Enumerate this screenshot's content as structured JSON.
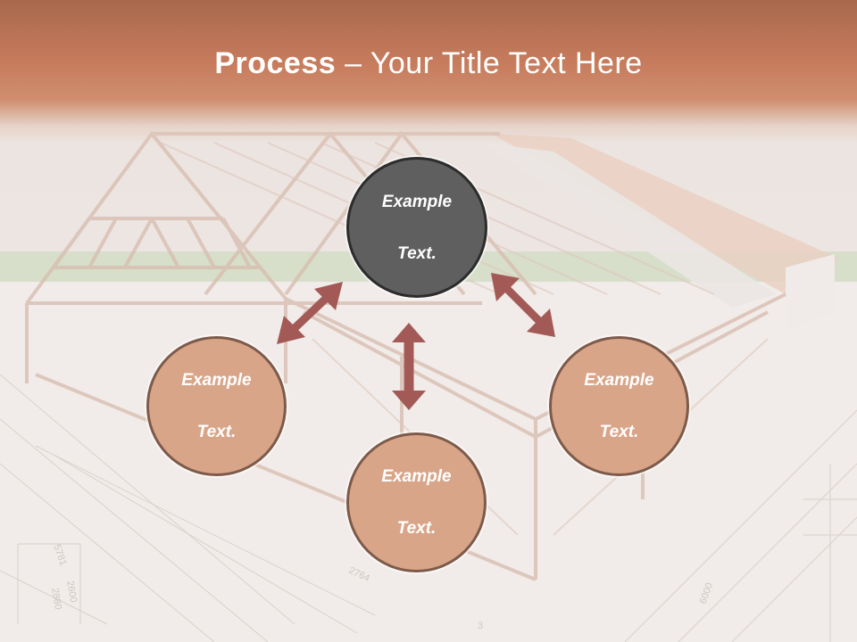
{
  "slide": {
    "title_bold": "Process",
    "title_rest": " – Your Title Text Here"
  },
  "diagram": {
    "center": {
      "line1": "Example",
      "line2": "Text."
    },
    "left": {
      "line1": "Example",
      "line2": "Text."
    },
    "right": {
      "line1": "Example",
      "line2": "Text."
    },
    "bottom": {
      "line1": "Example",
      "line2": "Text."
    }
  },
  "blueprint_labels": [
    "5781",
    "2764",
    "2600",
    "2880",
    "6000",
    "3"
  ],
  "colors": {
    "header": "#c77c5d",
    "circle_main": "#5f5f5f",
    "circle_sub": "#d9a589",
    "arrow": "#a35a57"
  }
}
